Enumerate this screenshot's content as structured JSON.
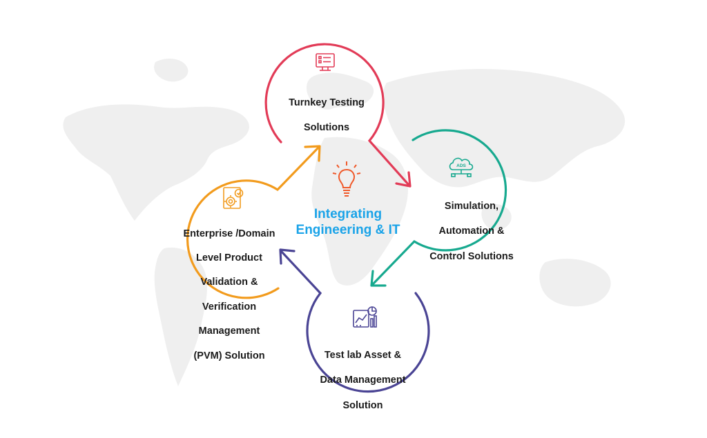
{
  "center": {
    "title_line1": "Integrating",
    "title_line2": "Engineering & IT"
  },
  "nodes": {
    "turnkey": {
      "line1": "Turnkey Testing",
      "line2": "Solutions",
      "icon": "monitor-checklist-icon",
      "color": "#e23b57"
    },
    "simulation": {
      "line1": "Simulation,",
      "line2": "Automation &",
      "line3": "Control Solutions",
      "icon": "cloud-ads-icon",
      "icon_text": "ADS",
      "color": "#17a98f"
    },
    "testlab": {
      "line1": "Test lab Asset &",
      "line2": "Data Management",
      "line3": "Solution",
      "icon": "analytics-report-icon",
      "color": "#4a4494"
    },
    "pvm": {
      "line1": "Enterprise /Domain",
      "line2": "Level Product",
      "line3": "Validation &",
      "line4": "Verification",
      "line5": "Management",
      "line6": "(PVM) Solution",
      "icon": "gear-document-icon",
      "color": "#f29b1d"
    }
  },
  "center_icon": {
    "icon": "lightbulb-icon",
    "color": "#f0592a"
  },
  "background": {
    "map_color": "#efefef"
  }
}
